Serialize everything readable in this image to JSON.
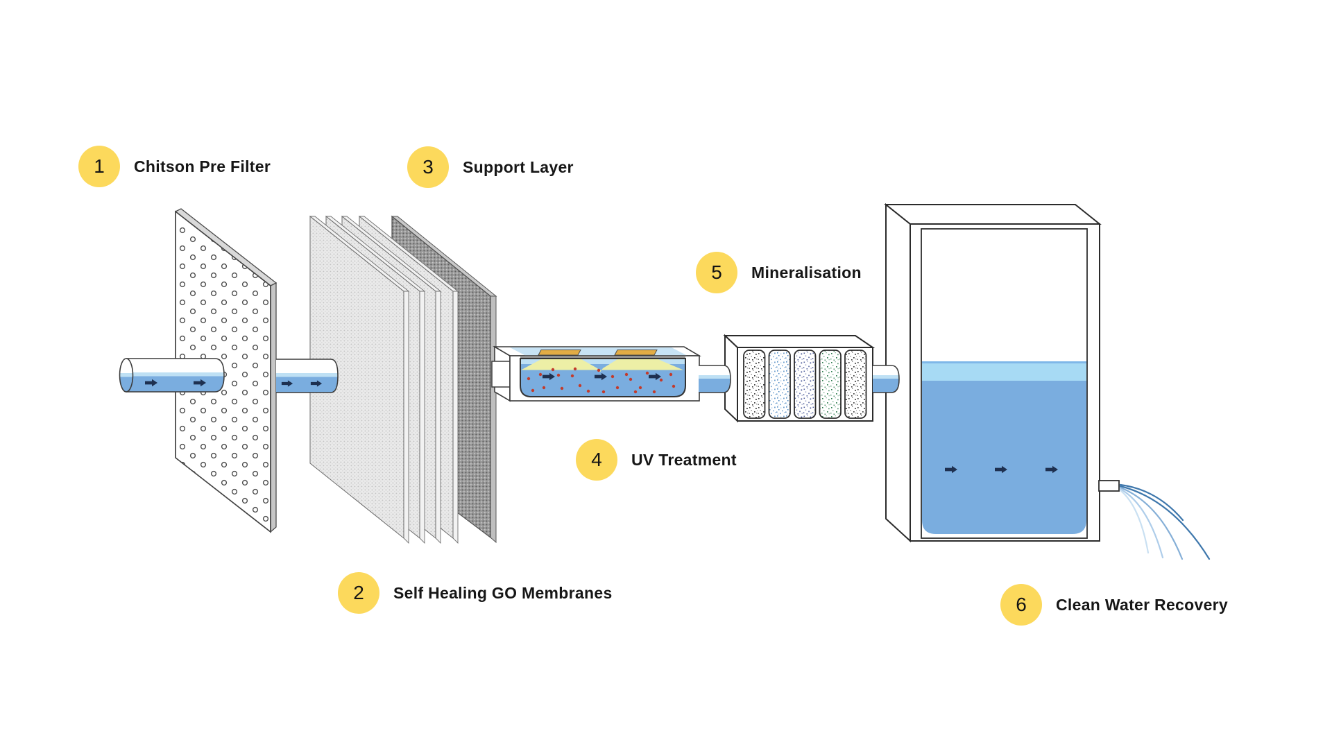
{
  "steps": [
    {
      "number": "1",
      "label": "Chitson Pre Filter"
    },
    {
      "number": "2",
      "label": "Self Healing GO Membranes"
    },
    {
      "number": "3",
      "label": "Support Layer"
    },
    {
      "number": "4",
      "label": "UV Treatment"
    },
    {
      "number": "5",
      "label": "Mineralisation"
    },
    {
      "number": "6",
      "label": "Clean Water Recovery"
    }
  ],
  "colors": {
    "badge_yellow": "#FCD95C",
    "label_text": "#161616",
    "outline": "#3C3C3C",
    "water_blue": "#7AADDF",
    "water_light_strip": "#BEE0F4",
    "tank_surface_blue": "#A7DAF4",
    "uv_beam_yellow": "#EDEFA6",
    "uv_lamp_amber": "#E2AC45",
    "uv_top_blue": "#C7E3F5",
    "particle_red": "#C23B2C",
    "arrow_navy": "#1E3050",
    "speckle_gray": "#3A3A3A",
    "speckle_blue": "#4E8AC3",
    "speckle_navy": "#3A4A8F",
    "speckle_green": "#2E7D4F",
    "spray_dark": "#3E77AC",
    "spray_medium": "#85AFD7",
    "spray_light": "#AECDEA",
    "spray_lighter": "#C9E0F2"
  }
}
